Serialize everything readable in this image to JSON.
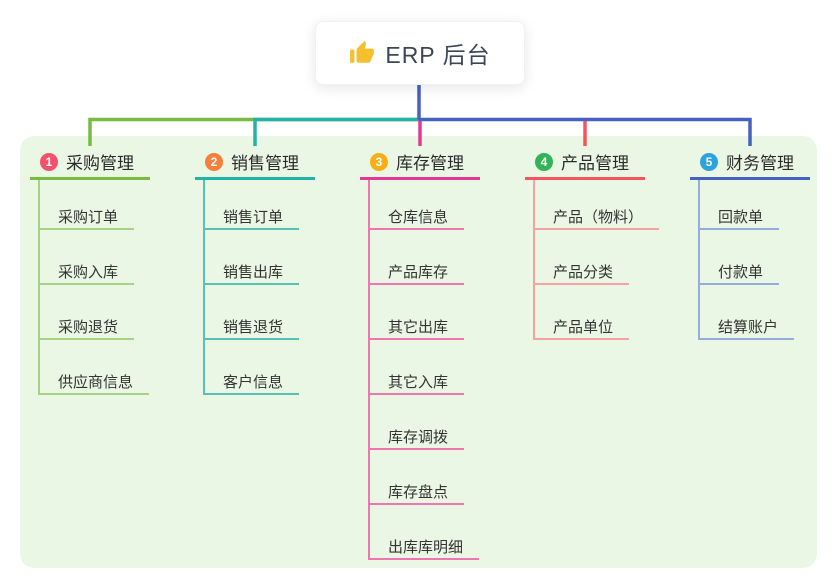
{
  "root": {
    "label": "ERP 后台",
    "icon": "thumbs-up-icon",
    "connector_color": "#4A5EC4",
    "icon_color": "#F5C02F"
  },
  "panel": {
    "background": "#EBF7E5"
  },
  "branches": [
    {
      "index": "1",
      "label": "采购管理",
      "badge_color": "#F4516C",
      "line_color": "#77BC40",
      "child_line_color": "#A6D381",
      "children": [
        "采购订单",
        "采购入库",
        "采购退货",
        "供应商信息"
      ]
    },
    {
      "index": "2",
      "label": "销售管理",
      "badge_color": "#F57F3B",
      "line_color": "#21B3A4",
      "child_line_color": "#56C2B5",
      "children": [
        "销售订单",
        "销售出库",
        "销售退货",
        "客户信息"
      ]
    },
    {
      "index": "3",
      "label": "库存管理",
      "badge_color": "#F9AE13",
      "line_color": "#E23A92",
      "child_line_color": "#F175AF",
      "children": [
        "仓库信息",
        "产品库存",
        "其它出库",
        "其它入库",
        "库存调拨",
        "库存盘点",
        "出库库明细"
      ]
    },
    {
      "index": "4",
      "label": "产品管理",
      "badge_color": "#33B357",
      "line_color": "#F4555C",
      "child_line_color": "#F7A2A2",
      "children": [
        "产品（物料）",
        "产品分类",
        "产品单位"
      ]
    },
    {
      "index": "5",
      "label": "财务管理",
      "badge_color": "#2BA3DC",
      "line_color": "#4462C2",
      "child_line_color": "#96ACDF",
      "children": [
        "回款单",
        "付款单",
        "结算账户"
      ]
    }
  ]
}
